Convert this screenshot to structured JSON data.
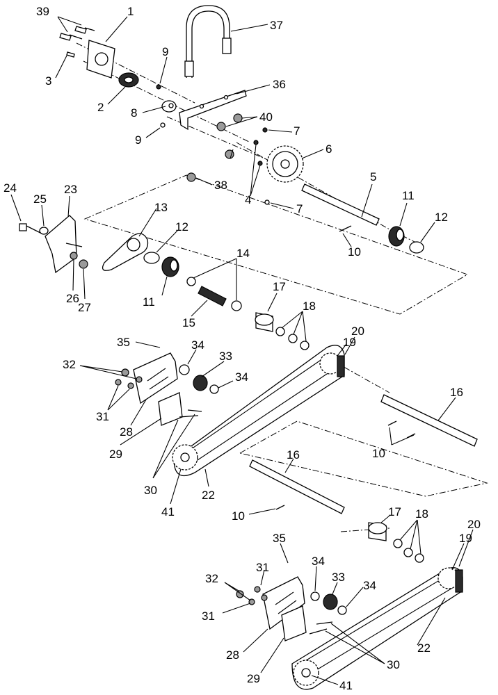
{
  "diagram": {
    "labels": [
      "39",
      "1",
      "37",
      "3",
      "9",
      "2",
      "8",
      "36",
      "9",
      "40",
      "7",
      "6",
      "38",
      "4",
      "7",
      "5",
      "11",
      "12",
      "10",
      "24",
      "25",
      "23",
      "13",
      "12",
      "26",
      "27",
      "11",
      "14",
      "15",
      "17",
      "18",
      "20",
      "19",
      "35",
      "34",
      "33",
      "34",
      "32",
      "31",
      "28",
      "29",
      "30",
      "41",
      "22",
      "16",
      "10",
      "16",
      "10",
      "17",
      "18",
      "20",
      "19",
      "35",
      "31",
      "34",
      "33",
      "34",
      "32",
      "31",
      "28",
      "29",
      "22",
      "30",
      "41"
    ]
  }
}
